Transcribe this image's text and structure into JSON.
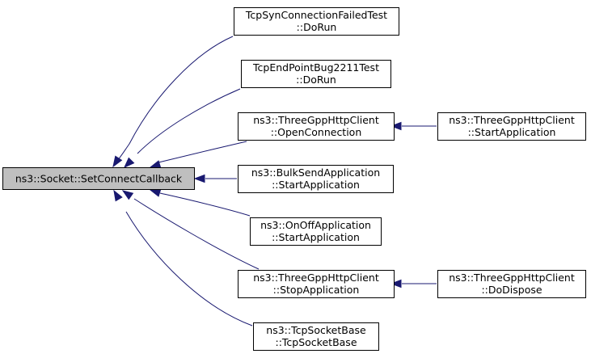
{
  "graph": {
    "root": {
      "id": "root",
      "line1": "ns3::Socket::SetConnectCallback",
      "line2": "",
      "fill": "#bfbfbf"
    },
    "callers": [
      {
        "id": "n1",
        "line1": "TcpSynConnectionFailedTest",
        "line2": "::DoRun",
        "target": "root"
      },
      {
        "id": "n2",
        "line1": "TcpEndPointBug2211Test",
        "line2": "::DoRun",
        "target": "root"
      },
      {
        "id": "n3",
        "line1": "ns3::ThreeGppHttpClient",
        "line2": "::OpenConnection",
        "target": "root"
      },
      {
        "id": "n4",
        "line1": "ns3::BulkSendApplication",
        "line2": "::StartApplication",
        "target": "root"
      },
      {
        "id": "n5",
        "line1": "ns3::OnOffApplication",
        "line2": "::StartApplication",
        "target": "root"
      },
      {
        "id": "n6",
        "line1": "ns3::ThreeGppHttpClient",
        "line2": "::StopApplication",
        "target": "root"
      },
      {
        "id": "n7",
        "line1": "ns3::TcpSocketBase",
        "line2": "::TcpSocketBase",
        "target": "root"
      },
      {
        "id": "n8",
        "line1": "ns3::ThreeGppHttpClient",
        "line2": "::StartApplication",
        "target": "n3"
      },
      {
        "id": "n9",
        "line1": "ns3::ThreeGppHttpClient",
        "line2": "::DoDispose",
        "target": "n6"
      }
    ],
    "colors": {
      "edge": "#191970",
      "node_fill": "#ffffff",
      "node_border": "#000000",
      "root_fill": "#bfbfbf"
    }
  }
}
